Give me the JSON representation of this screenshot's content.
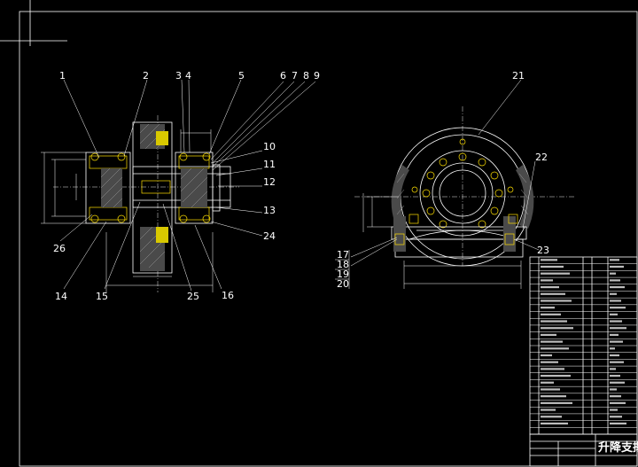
{
  "left_view": {
    "balloons": [
      "1",
      "2",
      "3",
      "4",
      "5",
      "6",
      "7",
      "8",
      "9",
      "10",
      "11",
      "12",
      "13",
      "24",
      "16",
      "25",
      "15",
      "14",
      "26"
    ]
  },
  "right_view": {
    "balloons": [
      "21",
      "22",
      "23",
      "17",
      "18",
      "19",
      "20"
    ]
  },
  "title_block": {
    "title": "升降支撑装"
  },
  "colors": {
    "background": "#000000",
    "lines": "#ffffff",
    "parts": "#ffe000",
    "hatch": "#9a9a9a"
  }
}
